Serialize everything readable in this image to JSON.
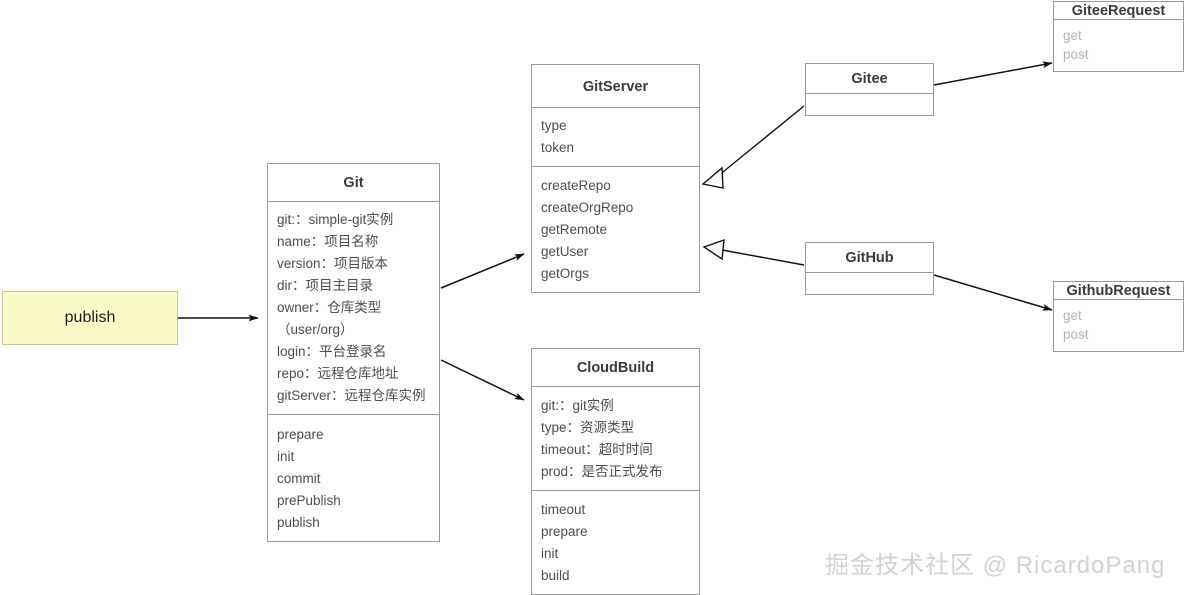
{
  "diagram": {
    "type": "uml-class-diagram",
    "watermark": "掘金技术社区 @ RicardoPang"
  },
  "start_node": {
    "label": "publish",
    "fill": "#fbfbc8",
    "stroke": "#c9c98f"
  },
  "classes": {
    "git": {
      "title": "Git",
      "attributes": [
        "git:：simple-git实例",
        "name：项目名称",
        "version：项目版本",
        "dir：项目主目录",
        "owner：仓库类型",
        "（user/org）",
        "login：平台登录名",
        "repo：远程仓库地址",
        "gitServer：远程仓库实例"
      ],
      "methods": [
        "prepare",
        "init",
        "commit",
        "prePublish",
        "publish"
      ]
    },
    "git_server": {
      "title": "GitServer",
      "attributes": [
        "type",
        "token"
      ],
      "methods": [
        "createRepo",
        "createOrgRepo",
        "getRemote",
        "getUser",
        "getOrgs"
      ]
    },
    "cloud_build": {
      "title": "CloudBuild",
      "attributes": [
        "git:：git实例",
        "type：资源类型",
        "timeout：超时时间",
        "prod：是否正式发布"
      ],
      "methods": [
        "timeout",
        "prepare",
        "init",
        "build"
      ]
    },
    "gitee": {
      "title": "Gitee",
      "members": []
    },
    "github": {
      "title": "GitHub",
      "members": []
    },
    "gitee_request": {
      "title": "GiteeRequest",
      "methods": [
        "get",
        "post"
      ]
    },
    "github_request": {
      "title": "GithubRequest",
      "methods": [
        "get",
        "post"
      ]
    }
  },
  "relations": [
    {
      "from": "publish",
      "to": "Git",
      "kind": "association"
    },
    {
      "from": "Git",
      "to": "GitServer",
      "kind": "association"
    },
    {
      "from": "Git",
      "to": "CloudBuild",
      "kind": "association"
    },
    {
      "from": "Gitee",
      "to": "GitServer",
      "kind": "inheritance"
    },
    {
      "from": "GitHub",
      "to": "GitServer",
      "kind": "inheritance"
    },
    {
      "from": "Gitee",
      "to": "GiteeRequest",
      "kind": "association"
    },
    {
      "from": "GitHub",
      "to": "GithubRequest",
      "kind": "association"
    }
  ]
}
